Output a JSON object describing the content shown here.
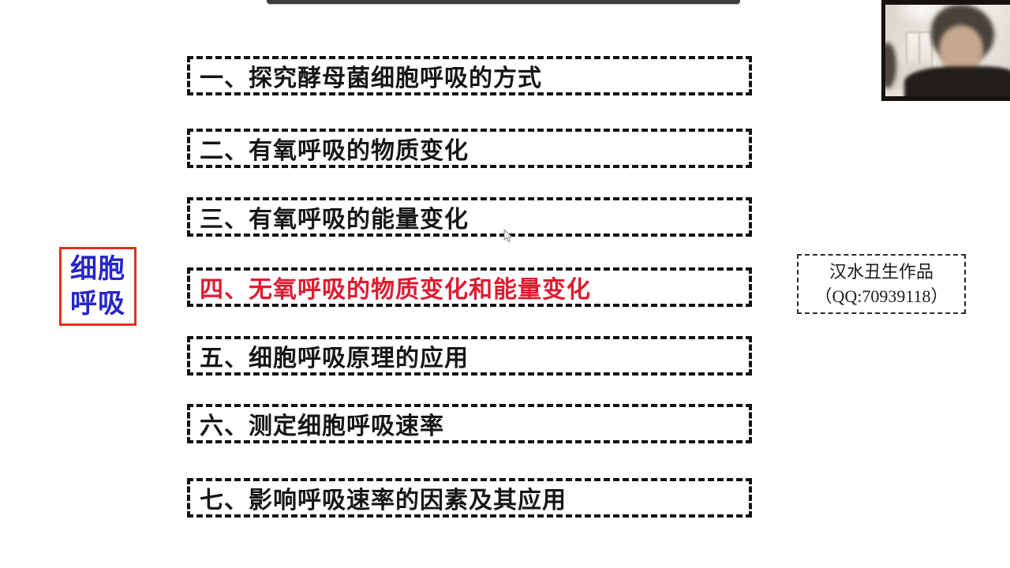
{
  "slide": {
    "title_label": {
      "line1": "细胞",
      "line2": "呼吸",
      "text_color": "#2626c9",
      "border_color": "#e0301e"
    },
    "outline": {
      "items": [
        {
          "label": "一、探究酵母菌细胞呼吸的方式",
          "highlighted": false,
          "text_color": "#161616"
        },
        {
          "label": "二、有氧呼吸的物质变化",
          "highlighted": false,
          "text_color": "#161616"
        },
        {
          "label": "三、有氧呼吸的能量变化",
          "highlighted": false,
          "text_color": "#161616"
        },
        {
          "label": "四、无氧呼吸的物质变化和能量变化",
          "highlighted": true,
          "text_color": "#de1b30"
        },
        {
          "label": "五、细胞呼吸原理的应用",
          "highlighted": false,
          "text_color": "#161616"
        },
        {
          "label": "六、测定细胞呼吸速率",
          "highlighted": false,
          "text_color": "#161616"
        },
        {
          "label": "七、影响呼吸速率的因素及其应用",
          "highlighted": false,
          "text_color": "#161616"
        }
      ],
      "border_color": "#121212"
    },
    "watermark": {
      "line1": "汉水丑生作品",
      "line2": "（QQ:70939118）"
    }
  }
}
